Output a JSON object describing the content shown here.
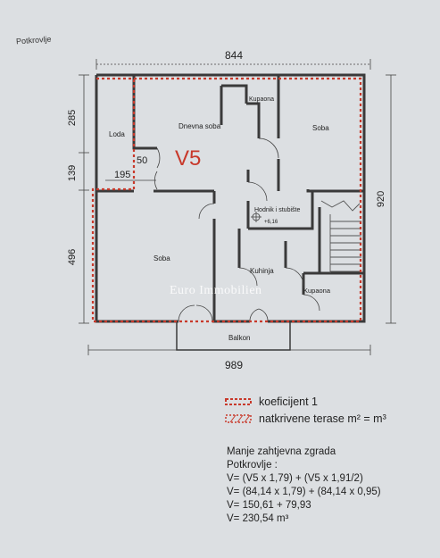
{
  "sheet": {
    "title": "Potkrovlje",
    "watermark": "Euro Immobilien"
  },
  "dimensions": {
    "top_width": "844",
    "bottom_width": "989",
    "right_height": "920",
    "left_top": "285",
    "left_mid": "139",
    "left_bottom": "496",
    "loda_inner_50": "50",
    "loda_inner_195": "195"
  },
  "unit_label": "V5",
  "rooms": {
    "loda": "Loda",
    "dnevna_soba": "Dnevna soba",
    "kupaona_top": "Kupaona",
    "soba_right": "Soba",
    "hodnik": "Hodnik i stubište",
    "level": "+6,16",
    "soba_left": "Soba",
    "kuhinja": "Kuhinja",
    "kupaona_bottom": "Kupaona",
    "balkon": "Balkon"
  },
  "legend": {
    "koeficijent": "koeficijent 1",
    "terase": "natkrivene terase m² = m³"
  },
  "calculation": {
    "heading": "Manje zahtjevna zgrada",
    "subheading": "Potkrovlje :",
    "lines": [
      "V= (V5 x 1,79) + (V5 x 1,91/2)",
      "V= (84,14 x 1,79) + (84,14 x 0,95)",
      "V= 150,61 + 79,93",
      "V= 230,54 m³"
    ]
  },
  "colors": {
    "wall": "#3a3a3a",
    "dashed_outline": "#c8392b",
    "v5_label": "#c8392b"
  }
}
